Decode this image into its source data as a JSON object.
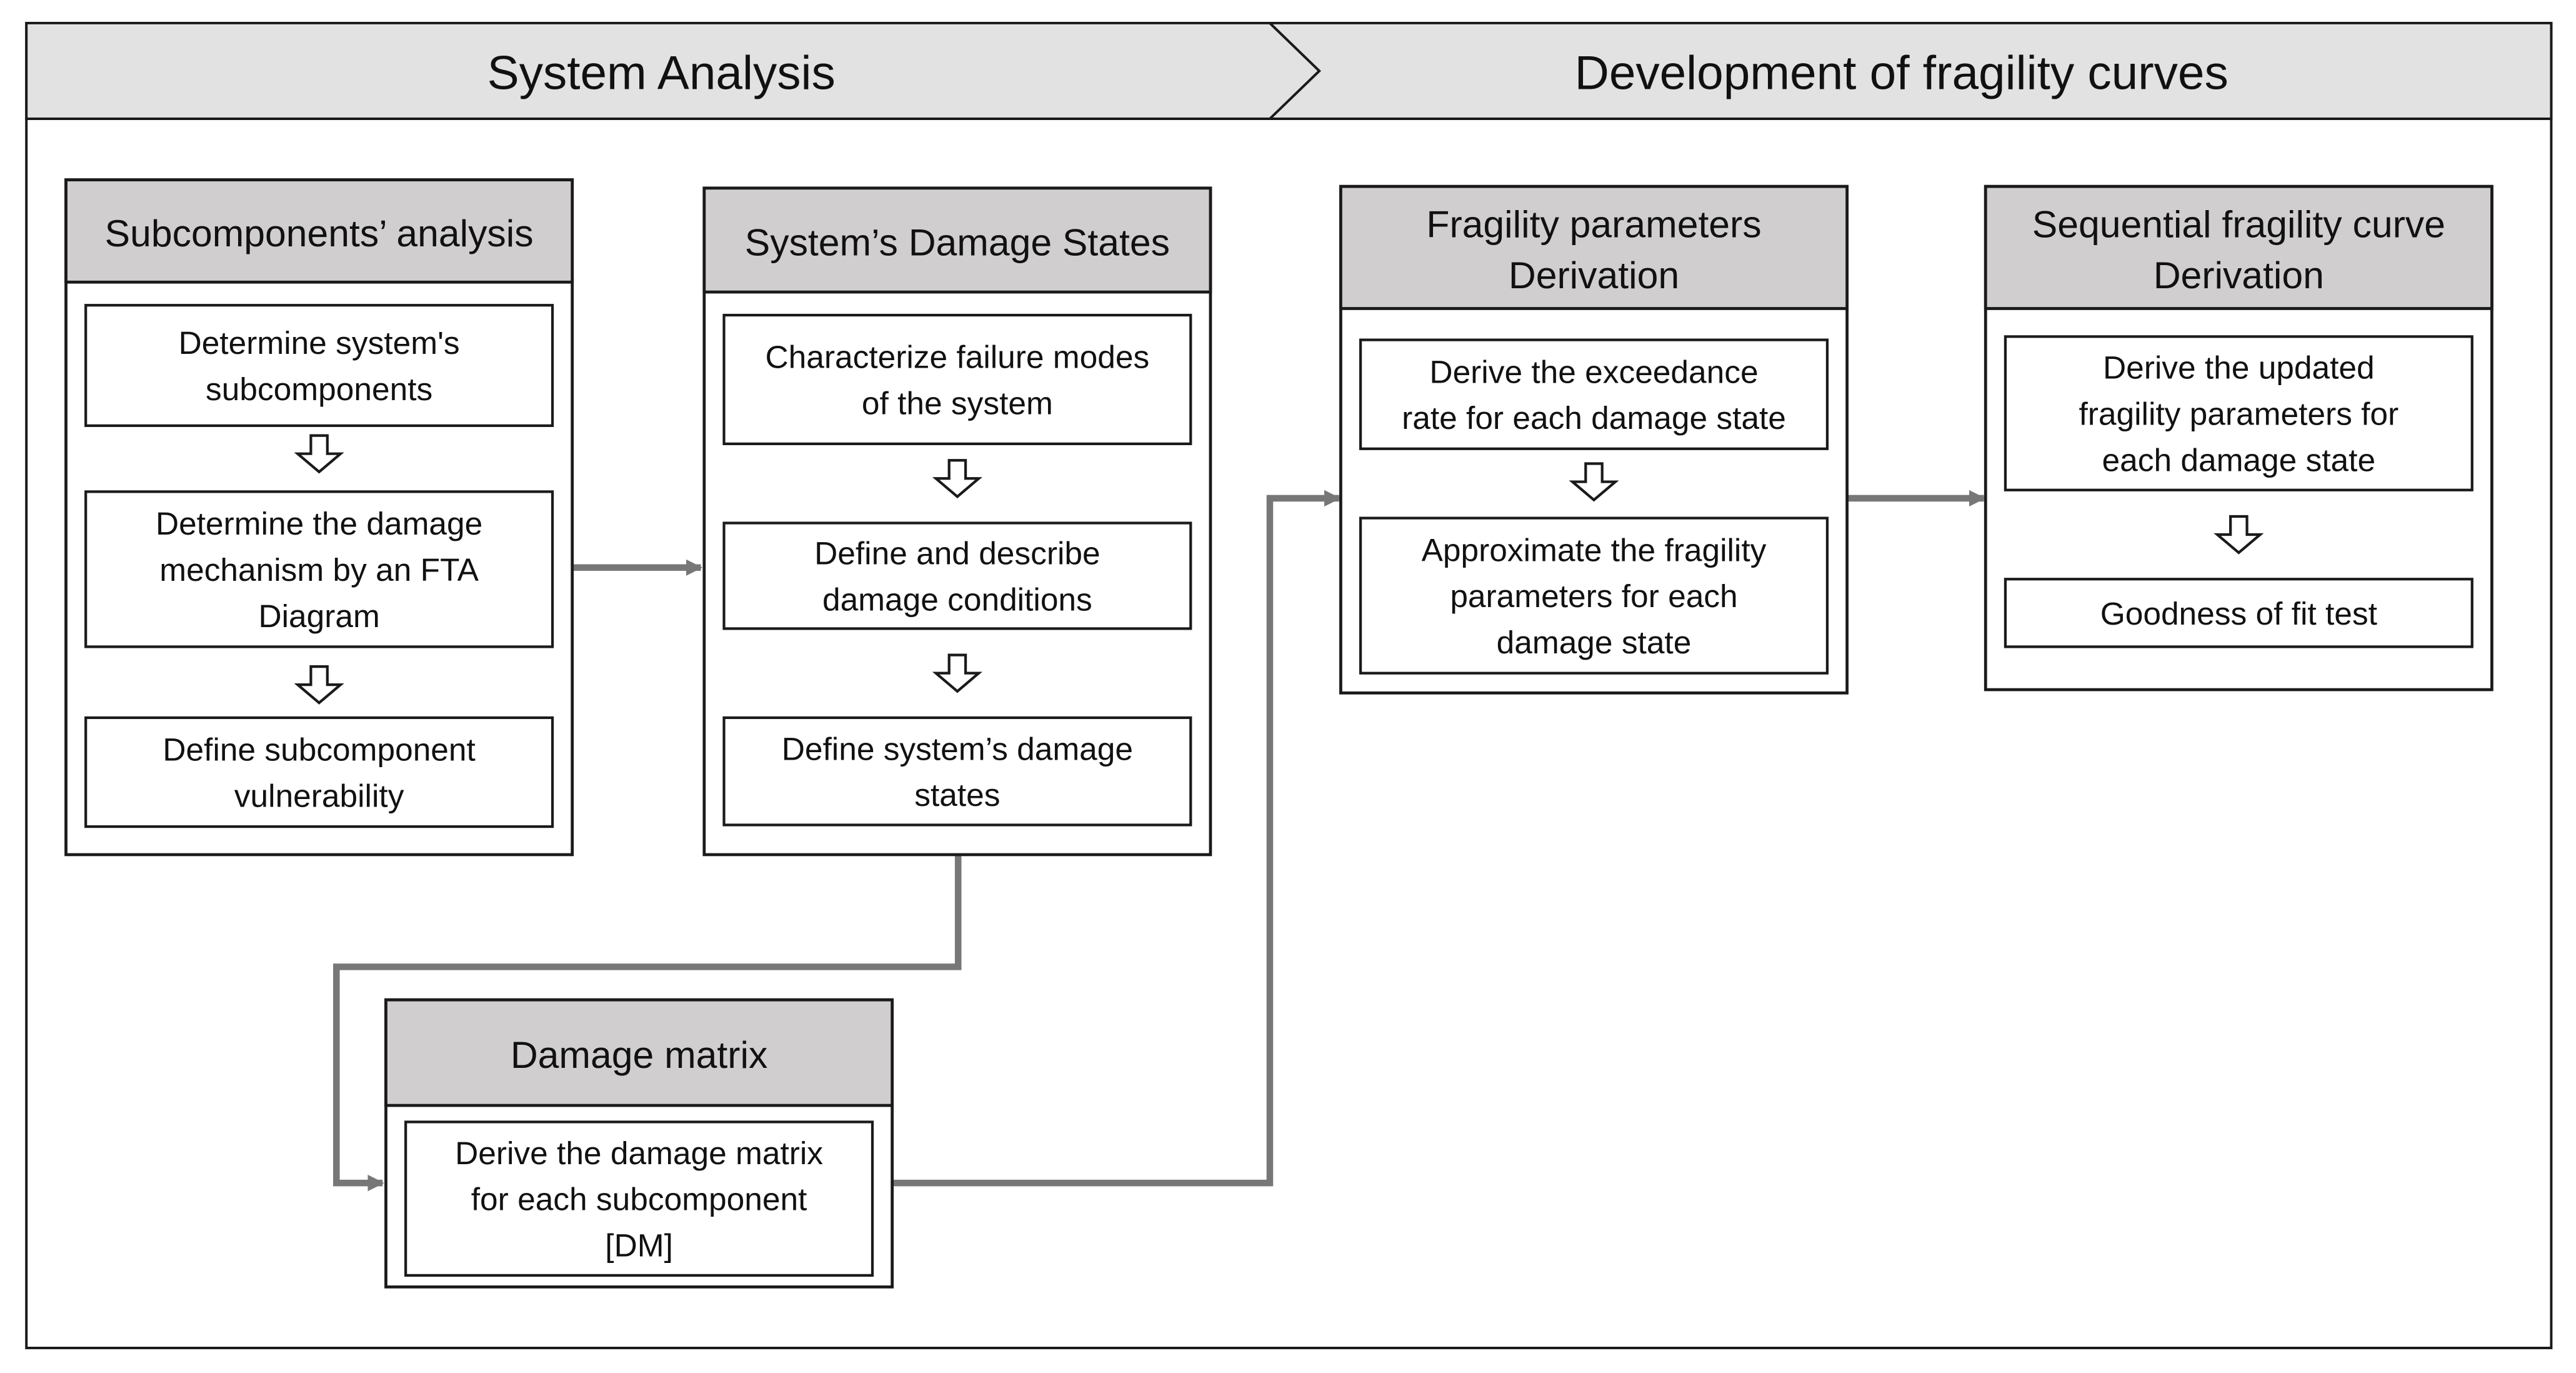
{
  "colors": {
    "banner_fill": "#e2e2e2",
    "header_fill": "#d0cecf",
    "border": "#1a1a1a",
    "connector": "#777777"
  },
  "banner": {
    "left_label": "System Analysis",
    "right_label": "Development of fragility curves"
  },
  "panels": {
    "subcomponents": {
      "title": [
        "Subcomponents’ analysis"
      ],
      "steps": [
        [
          "Determine system's",
          "subcomponents"
        ],
        [
          "Determine the damage",
          "mechanism by an FTA",
          "Diagram"
        ],
        [
          "Define subcomponent",
          "vulnerability"
        ]
      ]
    },
    "damage_states": {
      "title": [
        "System’s Damage States"
      ],
      "steps": [
        [
          "Characterize  failure modes",
          "of the system"
        ],
        [
          "Define and describe",
          "damage conditions"
        ],
        [
          "Define system’s damage",
          "states"
        ]
      ]
    },
    "damage_matrix": {
      "title": [
        "Damage matrix"
      ],
      "steps": [
        [
          "Derive the damage matrix",
          "for each subcomponent",
          "[DM]"
        ]
      ]
    },
    "fragility_params": {
      "title": [
        "Fragility parameters",
        "Derivation"
      ],
      "steps": [
        [
          "Derive the exceedance",
          "rate for each damage state"
        ],
        [
          "Approximate the fragility",
          "parameters for each",
          "damage state"
        ]
      ]
    },
    "sequential": {
      "title": [
        "Sequential fragility curve",
        "Derivation"
      ],
      "steps": [
        [
          "Derive the updated",
          "fragility parameters for",
          "each damage state"
        ],
        [
          "Goodness  of fit test"
        ]
      ]
    }
  }
}
